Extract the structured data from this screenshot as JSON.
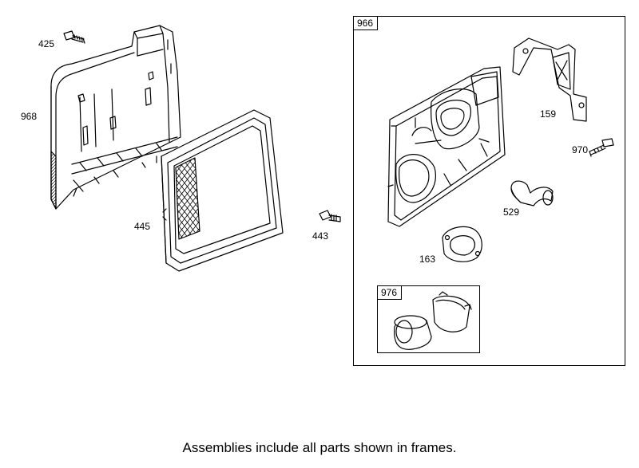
{
  "labels": {
    "p425": "425",
    "p968": "968",
    "p445": "445",
    "p443": "443",
    "p966": "966",
    "p159": "159",
    "p970": "970",
    "p529": "529",
    "p163": "163",
    "p976": "976"
  },
  "footer_note": "Assemblies include all parts shown in frames."
}
